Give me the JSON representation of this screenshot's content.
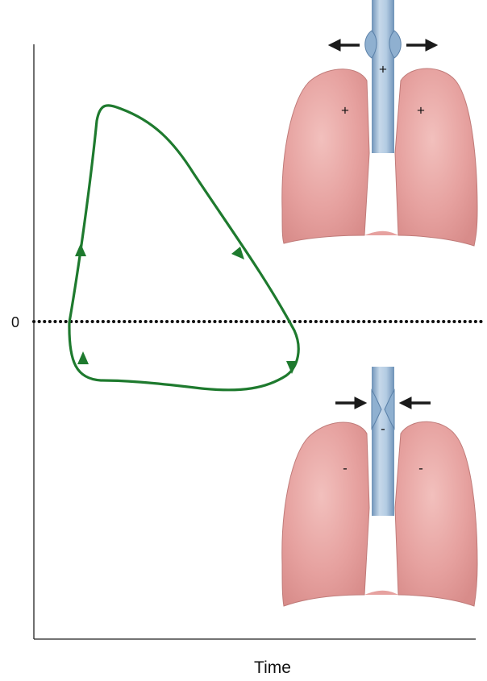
{
  "axes": {
    "x_label": "Time",
    "zero_label": "0"
  },
  "colors": {
    "loop": "#1e7a2e",
    "lung_fill": "#e8a3a2",
    "lung_edge": "#c07b79",
    "trachea": "#9fbbd6",
    "trachea_edge": "#6c8fb2",
    "arrow": "#1a1a1a"
  },
  "top_lungs": {
    "airway_sign": "+",
    "left_sign": "+",
    "right_sign": "+",
    "arrows": "outward"
  },
  "bottom_lungs": {
    "airway_sign": "-",
    "left_sign": "-",
    "right_sign": "-",
    "arrows": "inward"
  },
  "loop": {
    "direction": "clockwise",
    "arrow_count": 4
  }
}
